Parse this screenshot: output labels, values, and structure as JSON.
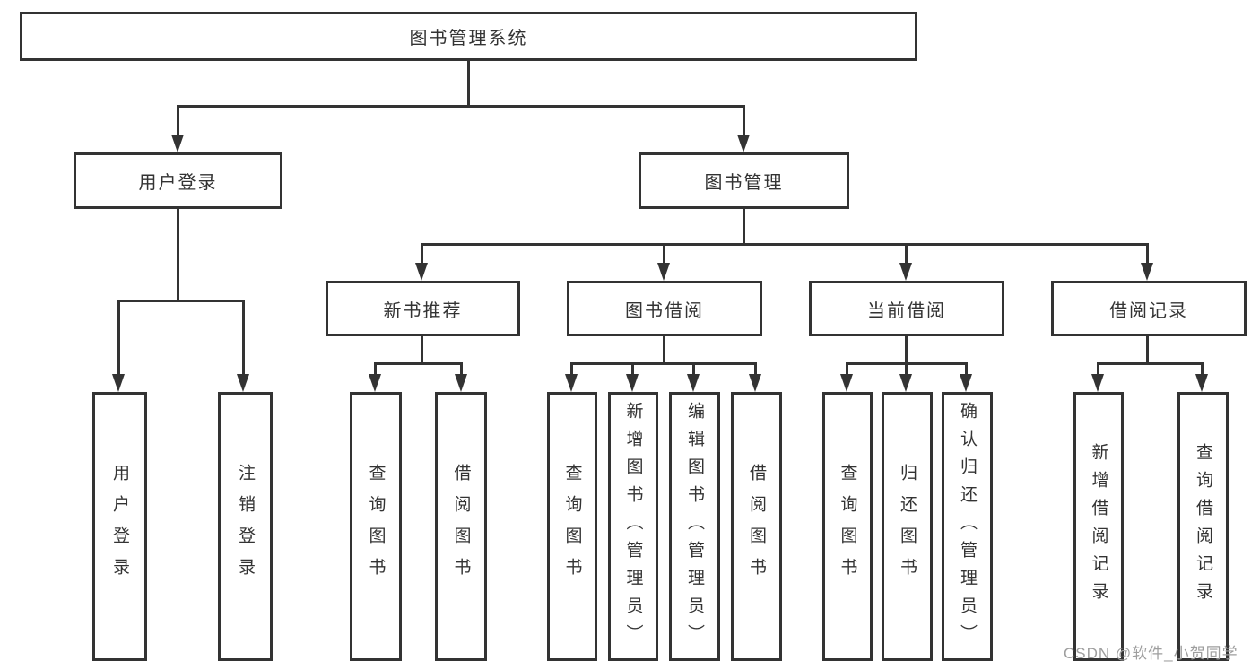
{
  "diagram": {
    "title_node": "图书管理系统",
    "level2": {
      "user_login": "用户登录",
      "book_mgmt": "图书管理"
    },
    "level3": {
      "new_book_rec": "新书推荐",
      "book_borrow": "图书借阅",
      "current_borrow": "当前借阅",
      "borrow_record": "借阅记录"
    },
    "leaves": {
      "user_login_leaf": "用户登录",
      "logout_leaf": "注销登录",
      "rec_query_books": "查询图书",
      "rec_borrow_books": "借阅图书",
      "bb_query_books": "查询图书",
      "bb_add_books": "新增图书（管理员）",
      "bb_edit_books": "编辑图书（管理员）",
      "bb_borrow_books": "借阅图书",
      "cb_query_books": "查询图书",
      "cb_return_books": "归还图书",
      "cb_confirm_return": "确认归还（管理员）",
      "br_add_record": "新增借阅记录",
      "br_query_record": "查询借阅记录"
    }
  },
  "watermark": "CSDN @软件_小贺同学",
  "colors": {
    "line": "#333333",
    "watermark": "#9e9e9e",
    "background": "#ffffff"
  }
}
